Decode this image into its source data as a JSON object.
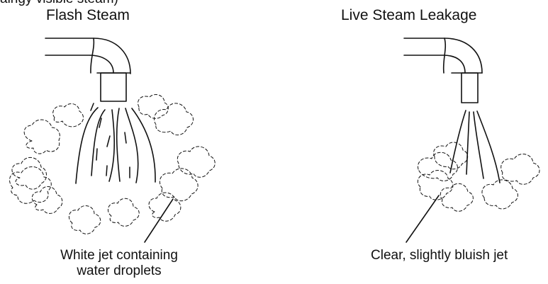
{
  "diagram": {
    "partial_top_text": "alngy visible steam)",
    "left_title": "Flash Steam",
    "right_title": "Live Steam Leakage",
    "left_caption": "White jet containing water droplets",
    "right_caption": "Clear, slightly bluish jet"
  }
}
